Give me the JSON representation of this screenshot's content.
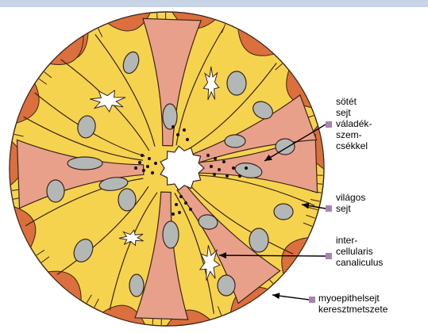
{
  "colors": {
    "page_background": "#ffffff",
    "top_bar": "#c6d4e6",
    "light_cell": "#f6d34e",
    "dark_cell": "#e9a08a",
    "myoepithelial_cell": "#db6f3d",
    "nucleus": "#b3b8b6",
    "outline": "#3a2418",
    "granule": "#1c1010",
    "marker": "#a884b2"
  },
  "labels": [
    {
      "id": "dark-cell",
      "text": "sötét\nsejt\nváladék-\nszem-\ncsékkel"
    },
    {
      "id": "light-cell",
      "text": "világos\nsejt"
    },
    {
      "id": "intercellular-canaliculus",
      "text": "inter-\ncellularis\ncanaliculus"
    },
    {
      "id": "myoepithelial-cell",
      "text": "myoepithelsejt\nkeresztmetszete"
    }
  ]
}
